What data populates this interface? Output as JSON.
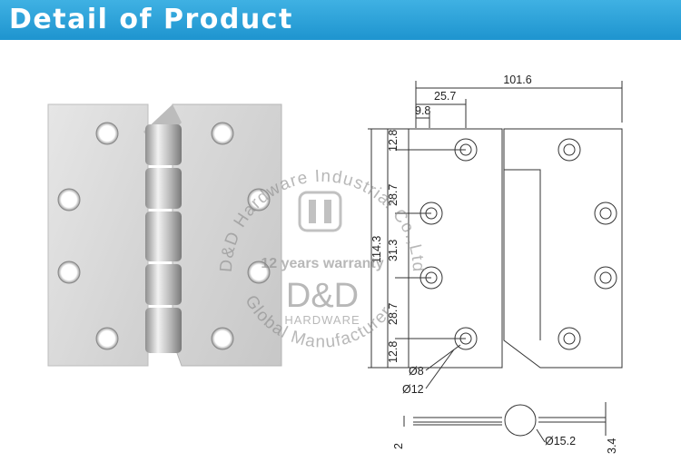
{
  "header": {
    "title": "Detail of Product"
  },
  "drawing": {
    "dim_width_total": "101.6",
    "dim_hole_offset": "25.7",
    "dim_edge_offset": "9.8",
    "dim_top": "12.8",
    "dim_gap_1": "28.7",
    "dim_gap_2": "31.3",
    "dim_gap_3": "28.7",
    "dim_bottom": "12.8",
    "dim_height_total": "114.3",
    "dim_hole_inner": "Ø8",
    "dim_hole_outer": "Ø12",
    "dim_knuckle": "Ø15.2",
    "dim_thickness": "2",
    "dim_side_height": "3.4"
  },
  "watermark": {
    "arc_top": "D&D Hardware Industrial Co.,Ltd",
    "arc_bottom": "Global Manufacturer",
    "warranty": "12 years warranty",
    "brand": "D&D",
    "sub": "HARDWARE"
  },
  "colors": {
    "header": "#2aa3da",
    "steel": "#d9d9d9"
  }
}
